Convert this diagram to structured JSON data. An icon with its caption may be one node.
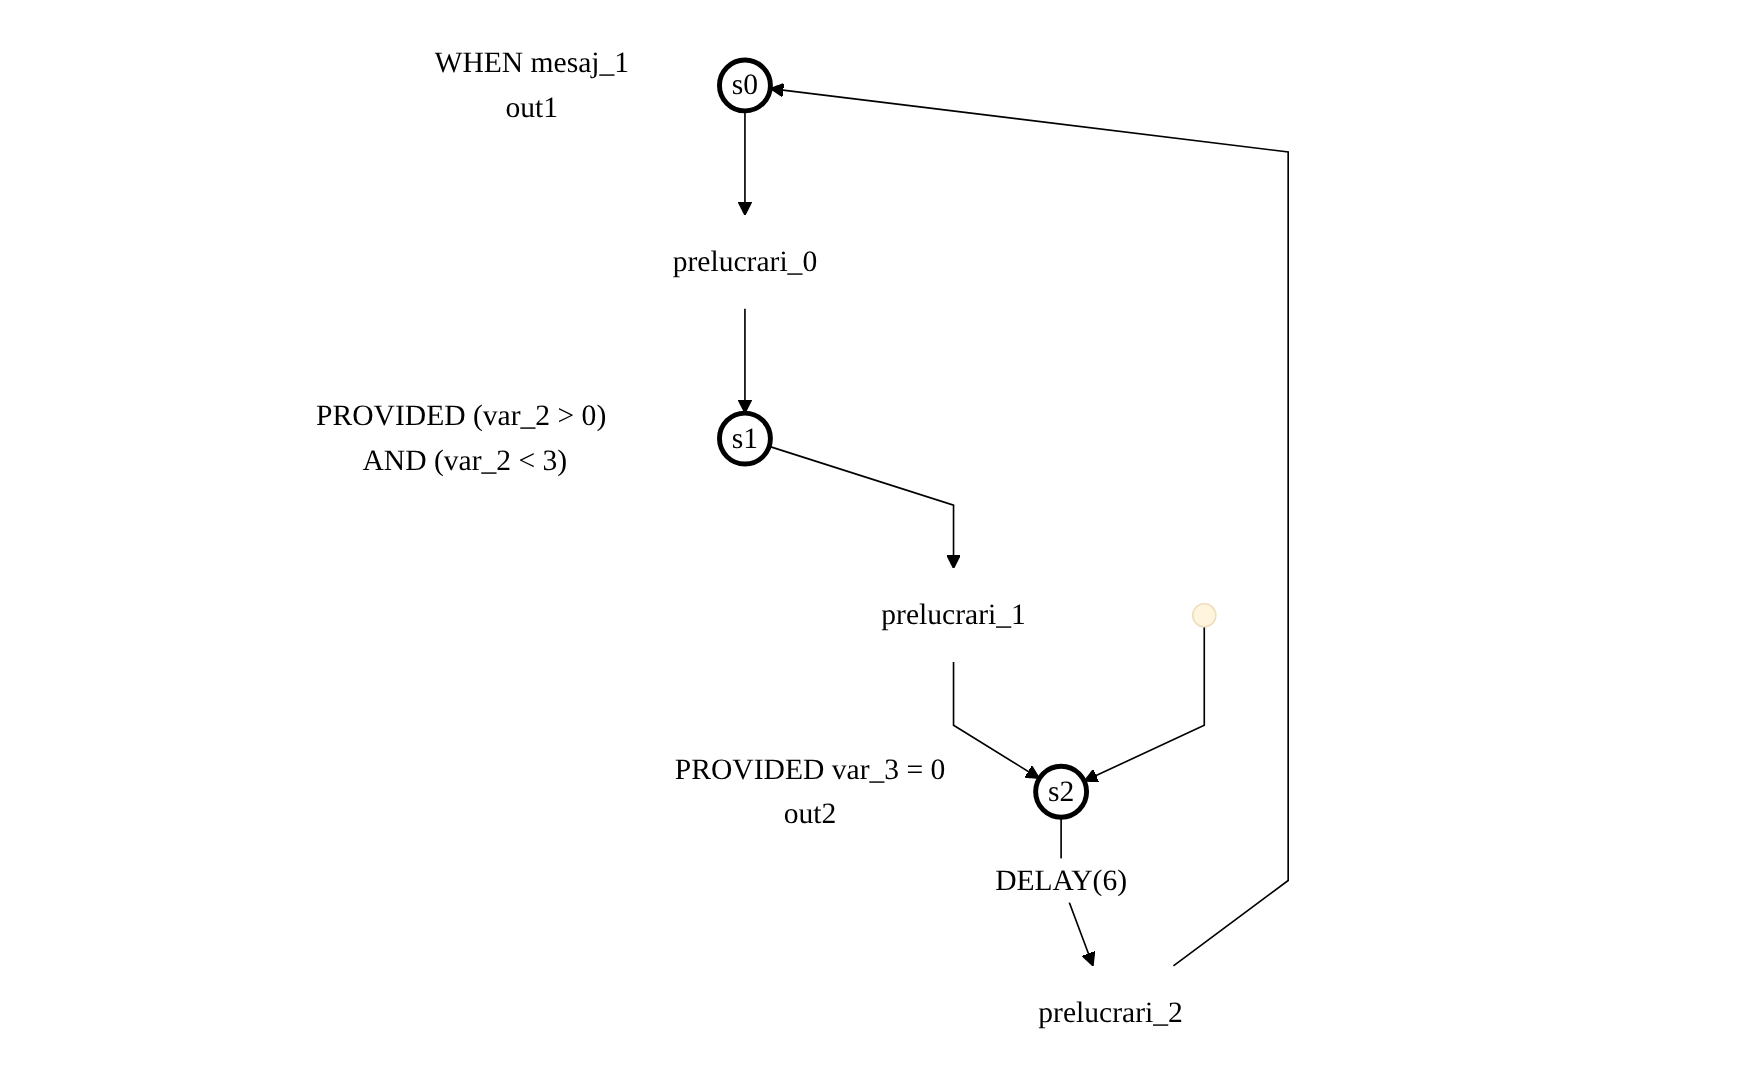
{
  "diagram": {
    "nodes": [
      {
        "text": [
          "s0"
        ],
        "beside": [
          "WHEN mesaj_1",
          "out1"
        ]
      },
      {
        "text": [
          "prelucrari_0"
        ]
      },
      {
        "text": [
          "s1"
        ],
        "beside": [
          "PROVIDED (var_2 > 0) AND (var_2 < 3)"
        ]
      },
      {
        "text": [
          "prelucrari_1"
        ]
      },
      {
        "text": [
          "s2"
        ],
        "beside": [
          "PROVIDED var_3 = 0",
          "out2"
        ]
      },
      {
        "text": [
          "prelucrari_2"
        ]
      }
    ],
    "edges": [
      {
        "from": 0,
        "to": 1,
        "arrow": "to"
      },
      {
        "from": 1,
        "to": 2,
        "arrow": "to"
      },
      {
        "from": 2,
        "to": 3,
        "arrow": "to"
      },
      {
        "from": 3,
        "to": 4,
        "arrow": "to"
      },
      {
        "from": null,
        "to": 4,
        "arrow": "to"
      },
      {
        "from": 4,
        "to": 5,
        "arrow": "to",
        "label": "DELAY(6)"
      },
      {
        "from": 5,
        "to": 0,
        "arrow": "to"
      }
    ]
  }
}
